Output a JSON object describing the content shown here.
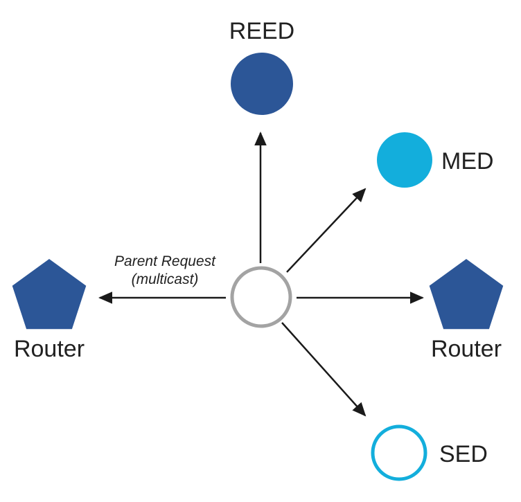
{
  "diagram": {
    "title": "",
    "nodes": {
      "reed": {
        "label": "REED"
      },
      "med": {
        "label": "MED"
      },
      "sed": {
        "label": "SED"
      },
      "router_left": {
        "label": "Router"
      },
      "router_right": {
        "label": "Router"
      }
    },
    "annotation": {
      "line1": "Parent Request",
      "line2": "(multicast)"
    },
    "colors": {
      "dark_blue": "#2C5697",
      "cyan": "#13AEDC",
      "gray": "#A3A3A3",
      "arrow": "#1A1A1A"
    }
  }
}
